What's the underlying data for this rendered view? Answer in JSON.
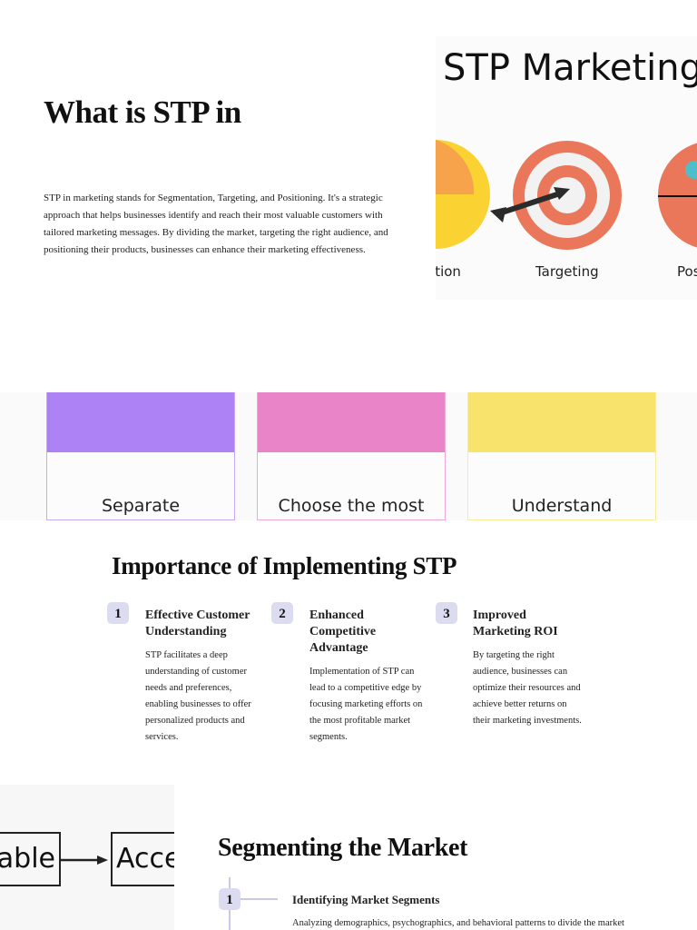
{
  "intro": {
    "title": "What is STP in",
    "text": "STP in marketing stands for Segmentation, Targeting, and Positioning. It's a strategic approach that helps businesses identify and reach their most valuable customers with tailored marketing messages. By dividing the market, targeting the right audience, and positioning their products, businesses can enhance their marketing effectiveness."
  },
  "stp_image": {
    "title": "STP Marketing",
    "labels": [
      "ation",
      "Targeting",
      "Pos"
    ]
  },
  "cards": [
    {
      "text": "Separate",
      "color": "#ac82f5"
    },
    {
      "text": "Choose the most",
      "color": "#ea84c9"
    },
    {
      "text": "Understand",
      "color": "#f8e46c"
    }
  ],
  "importance": {
    "title": "Importance of Implementing STP",
    "items": [
      {
        "num": "1",
        "title": "Effective Customer Understanding",
        "text": "STP facilitates a deep understanding of customer needs and preferences, enabling businesses to offer personalized products and services."
      },
      {
        "num": "2",
        "title": "Enhanced Competitive Advantage",
        "text": "Implementation of STP can lead to a competitive edge by focusing marketing efforts on the most profitable market segments."
      },
      {
        "num": "3",
        "title": "Improved Marketing ROI",
        "text": "By targeting the right audience, businesses can optimize their resources and achieve better returns on their marketing investments."
      }
    ]
  },
  "diagram": {
    "boxes": [
      "rable",
      "Acce"
    ]
  },
  "segmenting": {
    "title": "Segmenting the Market",
    "items": [
      {
        "num": "1",
        "title": "Identifying Market Segments",
        "text": "Analyzing demographics, psychographics, and behavioral patterns to divide the market"
      }
    ]
  }
}
